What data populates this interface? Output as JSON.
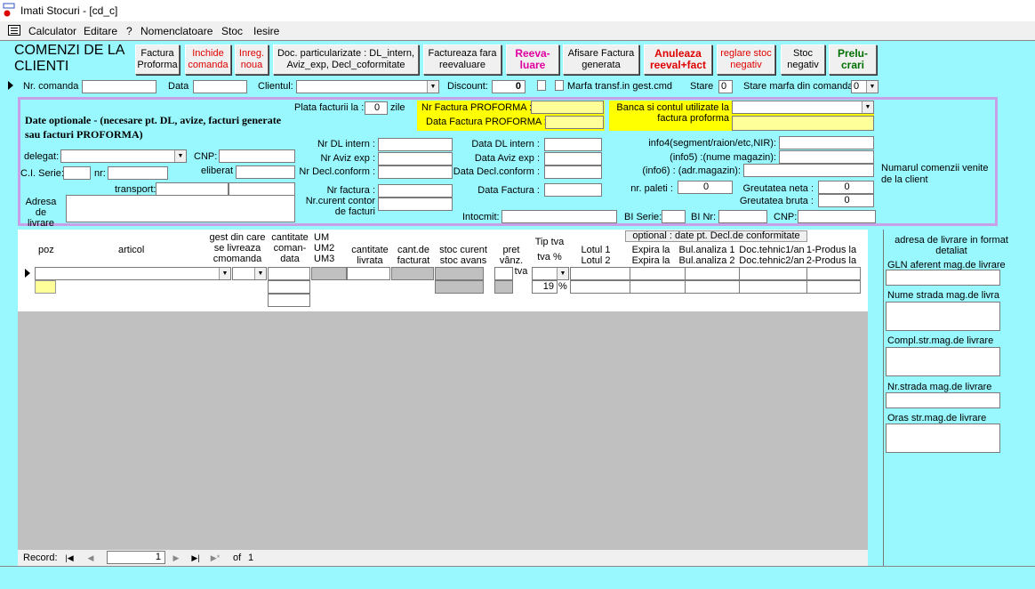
{
  "window": {
    "title": "Imati Stocuri - [cd_c]"
  },
  "menu": [
    "Calculator",
    "Editare",
    "?",
    "Nomenclatoare",
    "Stoc",
    "Iesire"
  ],
  "heading": "COMENZI DE LA CLIENTI",
  "toolbar": {
    "factura_proforma": "Factura Proforma",
    "inchide_comanda": "Inchide comanda",
    "inreg_noua": "Inreg. noua",
    "doc_particularizate": "Doc. particularizate : DL_intern, Aviz_exp, Decl_coformitate",
    "factureaza_fara": "Factureaza fara reevaluare",
    "reevaluare": "Reeva-luare",
    "afisare_factura": "Afisare Factura generata",
    "anuleaza": "Anuleaza reeval+fact",
    "reglare_stoc": "reglare stoc negativ",
    "stoc_negativ": "Stoc negativ",
    "prelucrari": "Prelu-crari"
  },
  "header_row": {
    "nr_comanda": "Nr. comanda",
    "data": "Data",
    "clientul": "Clientul:",
    "discount": "Discount:",
    "discount_value": "0",
    "marfa_transf": "Marfa transf.in gest.cmd",
    "stare": "Stare",
    "stare_value": "0",
    "stare_marfa": "Stare marfa din comanda",
    "stare_marfa_value": "0"
  },
  "optional": {
    "title": "Date optionale - (necesare pt. DL,  avize, facturi generate sau facturi PROFORMA)",
    "plata_facturii": "Plata facturii la :",
    "plata_value": "0",
    "zile": "zile",
    "nr_factura_proforma": "Nr Factura PROFORMA :",
    "data_factura_proforma": "Data Factura PROFORMA :",
    "banca_contul": "Banca si contul utilizate la factura proforma",
    "delegat": "delegat:",
    "cnp": "CNP:",
    "ci_serie": "C.I. Serie:",
    "nr": "nr:",
    "eliberat": "eliberat",
    "transport": "transport:",
    "adresa_livrare": "Adresa de livrare",
    "nr_dl_intern": "Nr DL intern :",
    "nr_aviz_exp": "Nr Aviz exp :",
    "nr_decl_conform": "Nr Decl.conform :",
    "nr_factura": "Nr factura :",
    "nr_curent_contor": "Nr.curent contor de facturi",
    "data_dl_intern": "Data DL intern :",
    "data_aviz_exp": "Data Aviz exp :",
    "data_decl_conform": "Data Decl.conform :",
    "data_factura": "Data Factura :",
    "intocmit": "Intocmit:",
    "bi_serie": "BI Serie:",
    "bi_nr": "BI Nr:",
    "cnp2": "CNP:",
    "info4": "info4(segment/raion/etc,NIR):",
    "info5": "(info5) :(nume magazin):",
    "info6": "(info6) : (adr.magazin):",
    "numarul_comenzii": "Numarul comenzii venite de la client",
    "nr_paleti": "nr. paleti :",
    "nr_paleti_value": "0",
    "greutatea_neta": "Greutatea neta :",
    "greutatea_neta_value": "0",
    "greutatea_bruta": "Greutatea bruta :",
    "greutatea_bruta_value": "0"
  },
  "columns": {
    "poz": "poz",
    "articol": "articol",
    "gest": "gest din care se livreaza cmomanda",
    "cantitate_comandata": "cantitate coman-data",
    "um": "UM",
    "um2": "UM2",
    "um3": "UM3",
    "cantitate_livrata": "cantitate livrata",
    "cant_de_facturat": "cant.de facturat",
    "stoc_curent": "stoc curent stoc avans",
    "pret_vanz": "pret vânz. fara tva",
    "tip_tva": "Tip tva",
    "tva_pct": "tva %",
    "optional_header": "optional : date pt. Decl.de conformitate",
    "lotul1": "Lotul 1",
    "lotul2": "Lotul 2",
    "expira1": "Expira la",
    "expira2": "Expira la",
    "bul1": "Bul.analiza 1",
    "bul2": "Bul.analiza 2",
    "doc1": "Doc.tehnic1/an",
    "doc2": "Doc.tehnic2/an",
    "produs1": "1-Produs la",
    "produs2": "2-Produs la"
  },
  "row": {
    "tva_value": "19",
    "percent": "%"
  },
  "navigation": {
    "record_label": "Record:",
    "current": "1",
    "of_label": "of",
    "total": "1"
  },
  "right_panel": {
    "title": "adresa de livrare in format detaliat",
    "gln": "GLN aferent mag.de livrare",
    "nume_strada": "Nume strada mag.de livra",
    "compl_str": "Compl.str.mag.de livrare",
    "nr_strada": "Nr.strada mag.de livrare",
    "oras_str": "Oras str.mag.de livrare"
  }
}
